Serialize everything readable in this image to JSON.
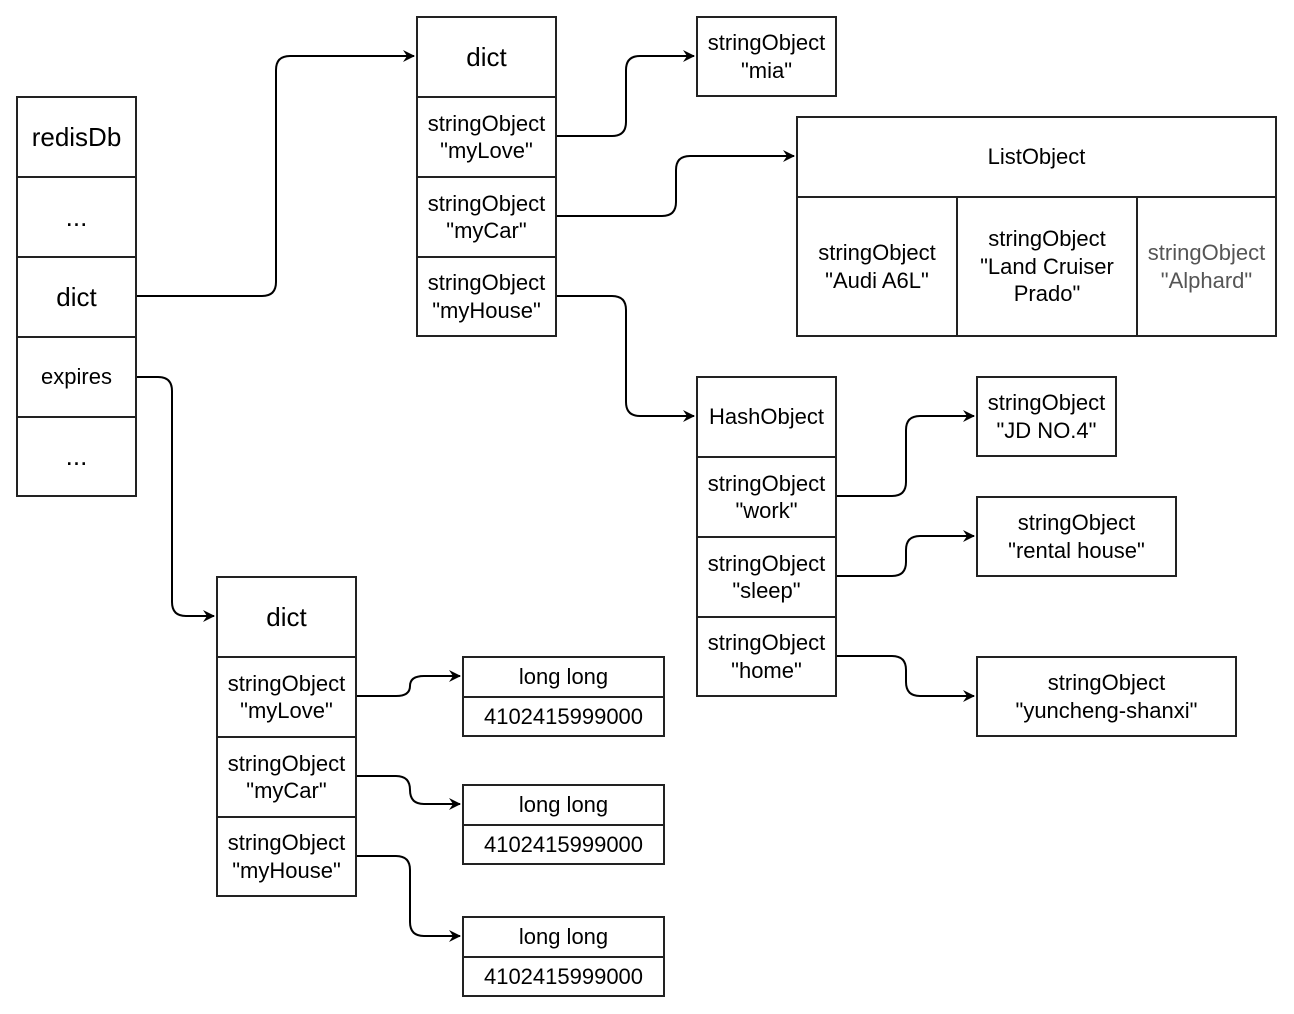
{
  "diagram": {
    "redisDb": {
      "title": "redisDb",
      "rows": [
        "...",
        "dict",
        "expires",
        "..."
      ]
    },
    "main_dict": {
      "title": "dict",
      "keys": [
        "stringObject\n\"myLove\"",
        "stringObject\n\"myCar\"",
        "stringObject\n\"myHouse\""
      ]
    },
    "mia": "stringObject\n\"mia\"",
    "list_object": {
      "title": "ListObject",
      "items": [
        "stringObject\n\"Audi A6L\"",
        "stringObject\n\"Land Cruiser\nPrado\"",
        "stringObject\n\"Alphard\""
      ]
    },
    "hash_object": {
      "title": "HashObject",
      "keys": [
        "stringObject\n\"work\"",
        "stringObject\n\"sleep\"",
        "stringObject\n\"home\""
      ],
      "values": [
        "stringObject\n\"JD NO.4\"",
        "stringObject\n\"rental house\"",
        "stringObject\n\"yuncheng-shanxi\""
      ]
    },
    "expires_dict": {
      "title": "dict",
      "keys": [
        "stringObject\n\"myLove\"",
        "stringObject\n\"myCar\"",
        "stringObject\n\"myHouse\""
      ],
      "values": [
        {
          "type": "long long",
          "value": "4102415999000"
        },
        {
          "type": "long long",
          "value": "4102415999000"
        },
        {
          "type": "long long",
          "value": "4102415999000"
        }
      ]
    },
    "edges": [
      {
        "from": "redisDb.dict",
        "to": "main_dict"
      },
      {
        "from": "redisDb.expires",
        "to": "expires_dict"
      },
      {
        "from": "main_dict.myLove",
        "to": "mia"
      },
      {
        "from": "main_dict.myCar",
        "to": "list_object"
      },
      {
        "from": "main_dict.myHouse",
        "to": "hash_object"
      },
      {
        "from": "hash_object.work",
        "to": "hash_value_0"
      },
      {
        "from": "hash_object.sleep",
        "to": "hash_value_1"
      },
      {
        "from": "hash_object.home",
        "to": "hash_value_2"
      },
      {
        "from": "expires_dict.myLove",
        "to": "expire_value_0"
      },
      {
        "from": "expires_dict.myCar",
        "to": "expire_value_1"
      },
      {
        "from": "expires_dict.myHouse",
        "to": "expire_value_2"
      }
    ]
  }
}
